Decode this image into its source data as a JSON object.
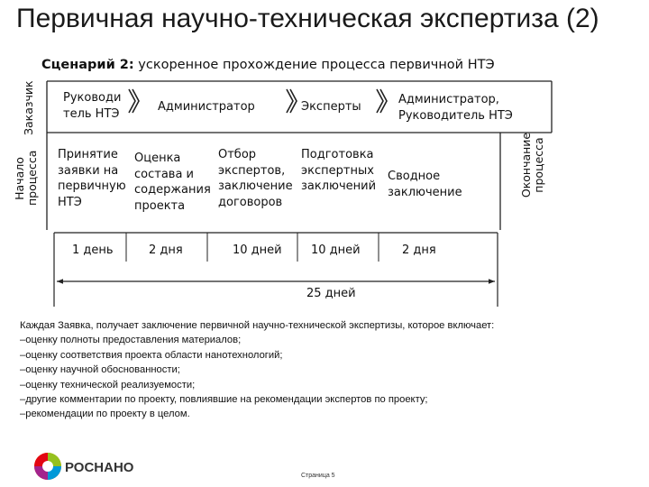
{
  "title": "Первичная научно-техническая экспертиза (2)",
  "scenario": {
    "label": "Сценарий 2:",
    "text": "ускоренное прохождение процесса первичной НТЭ"
  },
  "side_labels": {
    "customer": "Заказчик",
    "start": [
      "Начало",
      "процесса"
    ],
    "end": [
      "Окончание",
      "процесса"
    ]
  },
  "actors": [
    [
      "Руководи",
      "тель НТЭ"
    ],
    [
      "Администратор"
    ],
    [
      "Эксперты"
    ],
    [
      "Администратор,",
      "Руководитель НТЭ"
    ]
  ],
  "steps": [
    [
      "Принятие",
      "заявки на",
      "первичную",
      "НТЭ"
    ],
    [
      "Оценка",
      "состава и",
      "содержания",
      "проекта"
    ],
    [
      "Отбор",
      "экспертов,",
      "заключение",
      "договоров"
    ],
    [
      "Подготовка",
      "экспертных",
      "заключений"
    ],
    [
      "Сводное",
      "заключение"
    ]
  ],
  "durations": [
    "1 день",
    "2 дня",
    "10 дней",
    "10 дней",
    "2 дня"
  ],
  "total": "25 дней",
  "description": {
    "intro": "Каждая Заявка, получает заключение первичной научно-технической экспертизы, которое включает:",
    "items": [
      "–оценку полноты предоставления материалов;",
      "–оценку соответствия проекта области нанотехнологий;",
      "–оценку научной обоснованности;",
      "–оценку технической реализуемости;",
      "–другие комментарии по проекту, повлиявшие на рекомендации экспертов по проекту;",
      "–рекомендации по проекту в целом."
    ]
  },
  "logo": "РОСНАНО",
  "page": "Страница 5",
  "colors": {
    "logo_red": "#e30613",
    "logo_orange": "#f39200",
    "logo_green": "#95c11f",
    "logo_blue": "#0099d8",
    "logo_purple": "#a3238e"
  }
}
